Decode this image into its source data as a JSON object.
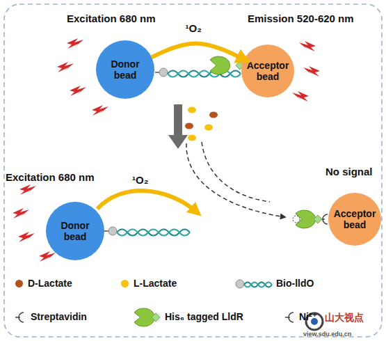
{
  "diagram": {
    "nodes": [
      {
        "text": [
          "Donor bead"
        ]
      },
      {
        "text": [
          "Acceptor bead"
        ]
      },
      {
        "text": [
          "Donor bead"
        ]
      },
      {
        "text": [
          "Acceptor bead"
        ]
      }
    ],
    "edges": [
      {
        "from": 0,
        "to": 1,
        "arrow": "to",
        "label": "¹O₂"
      }
    ],
    "labels": [
      "Excitation 680 nm",
      "Emission 520-620 nm",
      "Excitation 680 nm",
      "¹O₂",
      "No signal",
      "山大视点",
      "view.sdu.edu.cn"
    ],
    "legend": [
      {
        "text": "D-Lactate",
        "color": "#b3541e"
      },
      {
        "text": "L-Lactate",
        "color": "#f5c20f"
      },
      {
        "text": "Bio-lldO"
      },
      {
        "text": "Streptavidin"
      },
      {
        "text": "His₆ tagged LldR"
      },
      {
        "text": "Ni²⁺"
      }
    ]
  }
}
